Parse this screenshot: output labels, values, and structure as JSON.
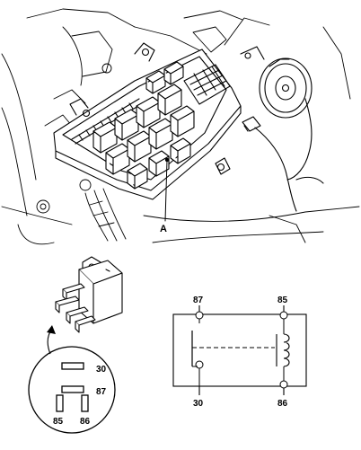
{
  "illustration": {
    "callout_label": "A"
  },
  "relay_pinout": {
    "pins": [
      "30",
      "87",
      "85",
      "86"
    ]
  },
  "relay_schematic": {
    "terminals": [
      "87",
      "85",
      "30",
      "86"
    ]
  }
}
